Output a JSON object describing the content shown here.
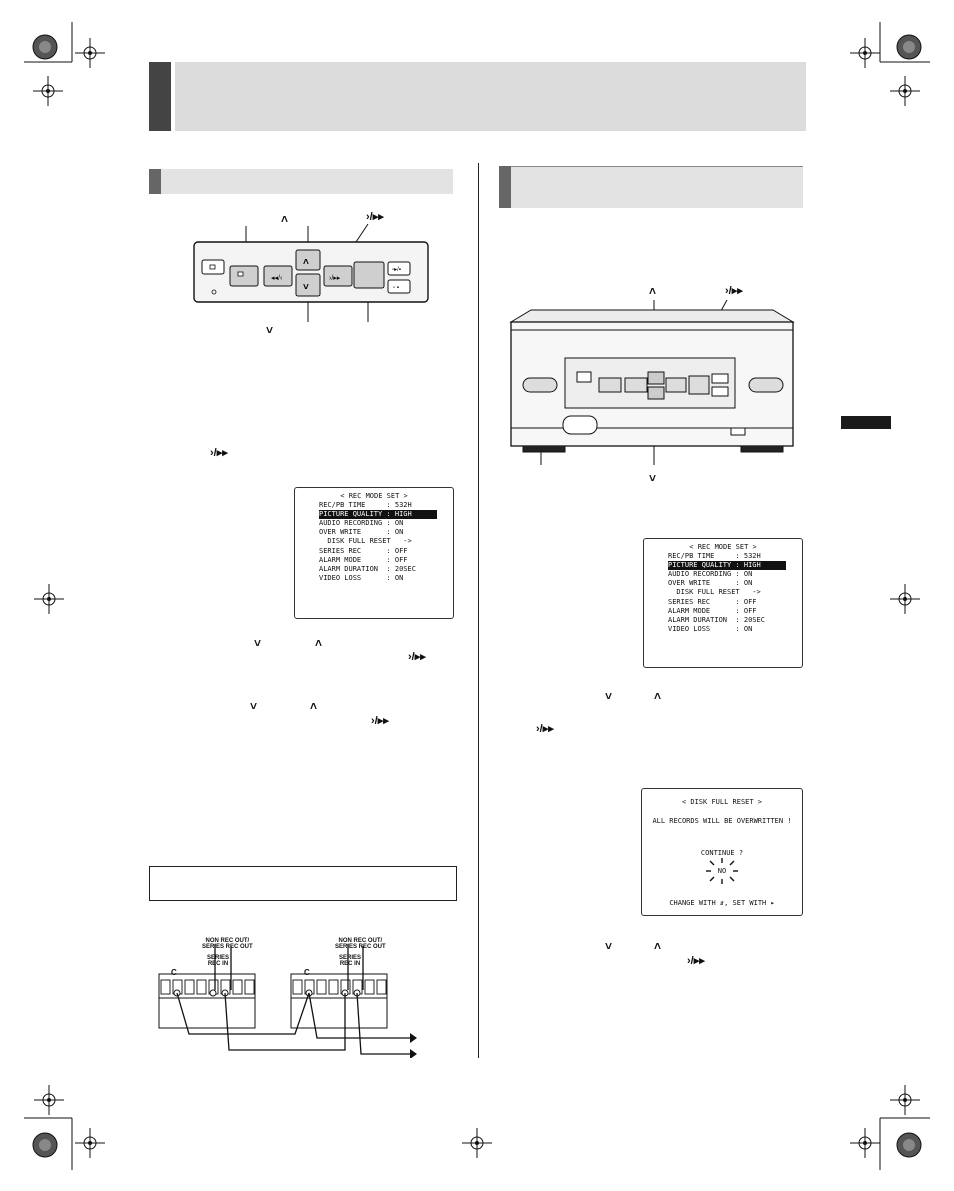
{
  "osd_rec_mode": {
    "title": "< REC MODE SET >",
    "rows": [
      {
        "label": "REC/PB TIME     : 532H",
        "highlight": false
      },
      {
        "label": "PICTURE QUALITY : HIGH",
        "highlight": true
      },
      {
        "label": "AUDIO RECORDING : ON",
        "highlight": false
      },
      {
        "label": "OVER WRITE      : ON",
        "highlight": false
      },
      {
        "label": "  DISK FULL RESET   ->",
        "highlight": false
      },
      {
        "label": "SERIES REC      : OFF",
        "highlight": false
      },
      {
        "label": "ALARM MODE      : OFF",
        "highlight": false
      },
      {
        "label": "ALARM DURATION  : 20SEC",
        "highlight": false
      },
      {
        "label": "VIDEO LOSS      : ON",
        "highlight": false
      }
    ]
  },
  "osd_disk_full": {
    "title": "< DISK FULL RESET >",
    "message": "ALL RECORDS WILL BE OVERWRITTEN !",
    "continue": "CONTINUE ?",
    "answer": "NO",
    "footer": "CHANGE WITH ⇵,  SET WITH ▸"
  },
  "wiring": {
    "label_left": "NON REC OUT/\nSERIES REC OUT",
    "label_series_left": "SERIES\nREC IN",
    "label_c_left": "C",
    "label_right": "NON REC OUT/\nSERIES REC OUT",
    "label_series_right": "SERIES\nREC IN",
    "label_c_right": "C"
  },
  "icons": {
    "up": "˄",
    "down": "˅",
    "play_ff": "›/▸▸"
  }
}
